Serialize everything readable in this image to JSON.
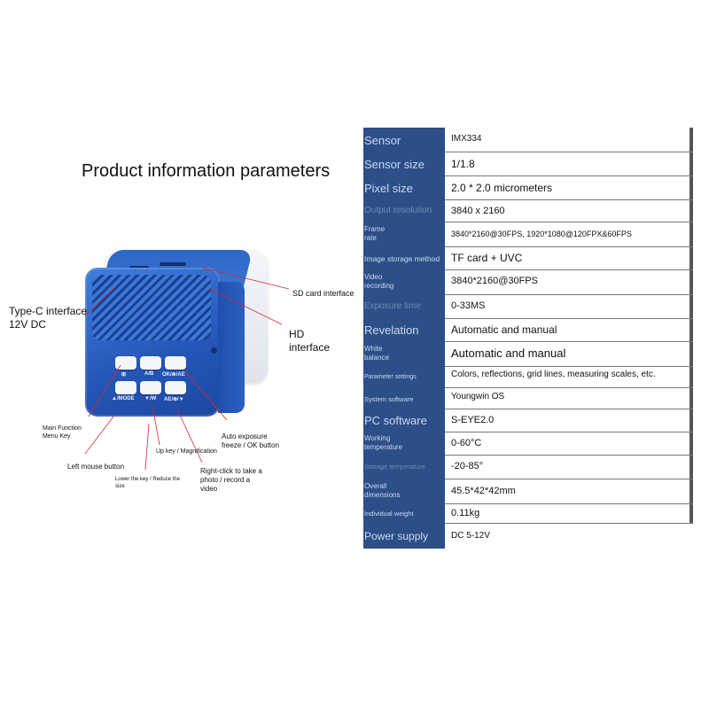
{
  "page_title": "Product information parameters",
  "camera": {
    "button_labels": [
      "⊞",
      "A/B",
      "OK/⊗/AE",
      "▲/MODE",
      "▼/W",
      "AE/⊗/▼"
    ],
    "callouts": {
      "type_c": "Type-C interface\n12V DC",
      "sd_card": "SD card interface",
      "hd": "HD\ninterface",
      "main_function": "Main Function\nMenu Key",
      "left_mouse": "Left mouse button",
      "lower_key": "Lower the key / Reduce the\nsize",
      "up_key": "Up key / Magnification",
      "right_click": "Right-click to take a\nphoto / record a\nvideo",
      "auto_exposure": "Auto exposure\nfreeze / OK button"
    }
  },
  "parameters": [
    {
      "name": "Sensor",
      "value": "IMX334"
    },
    {
      "name": "Sensor size",
      "value": "1/1.8"
    },
    {
      "name": "Pixel size",
      "value": "2.0 * 2.0 micrometers"
    },
    {
      "name": "Output resolution",
      "value": "3840 x 2160"
    },
    {
      "name": "Frame\nrate",
      "value": "3840*2160@30FPS, 1920*1080@120FPX&60FPS"
    },
    {
      "name": "Image storage method",
      "value": "TF card + UVC"
    },
    {
      "name": "Video\nrecording",
      "value": "3840*2160@30FPS"
    },
    {
      "name": "Exposure time",
      "value": "0-33MS"
    },
    {
      "name": "Revelation",
      "value": "Automatic and manual"
    },
    {
      "name": "White\nbalance",
      "value": "Automatic and manual"
    },
    {
      "name": "Parameter settings",
      "value": "Colors, reflections, grid lines, measuring scales, etc."
    },
    {
      "name": "System software",
      "value": "Youngwin OS"
    },
    {
      "name": "PC software",
      "value": "S-EYE2.0"
    },
    {
      "name": "Working\ntemperature",
      "value": "0-60°C"
    },
    {
      "name": "Storage temperature",
      "value": "-20-85°"
    },
    {
      "name": "Overall\ndimensions",
      "value": "45.5*42*42mm"
    },
    {
      "name": "Individual weight",
      "value": "0.11kg"
    },
    {
      "name": "Power supply",
      "value": "DC 5-12V"
    }
  ]
}
